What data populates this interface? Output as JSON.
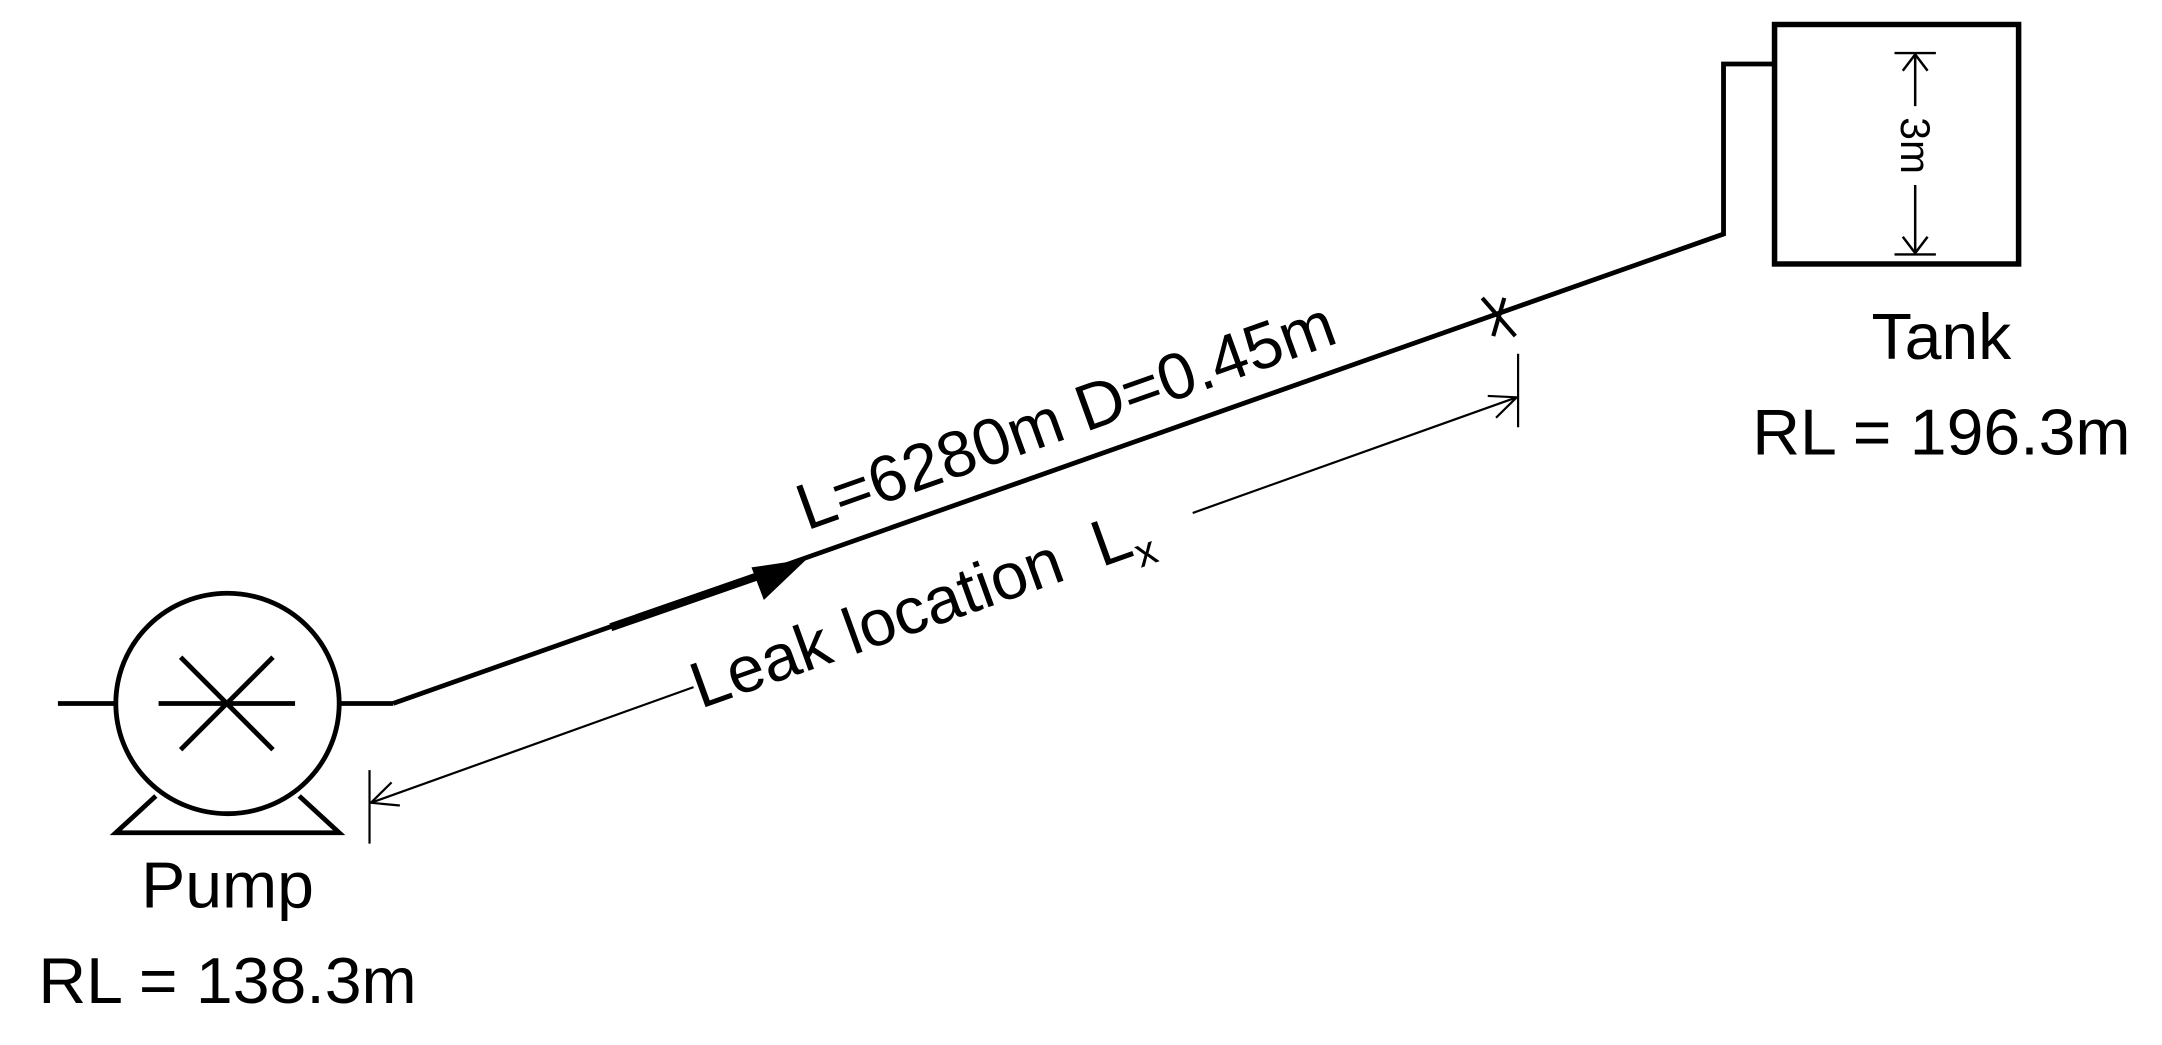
{
  "pipe_label": "L=6280m D=0.45m",
  "leak_label": "Leak location",
  "leak_symbol": "L",
  "leak_subscript": "x",
  "pump": {
    "name": "Pump",
    "level": "RL = 138.3m"
  },
  "tank": {
    "name": "Tank",
    "level": "RL = 196.3m",
    "depth": "3m"
  }
}
